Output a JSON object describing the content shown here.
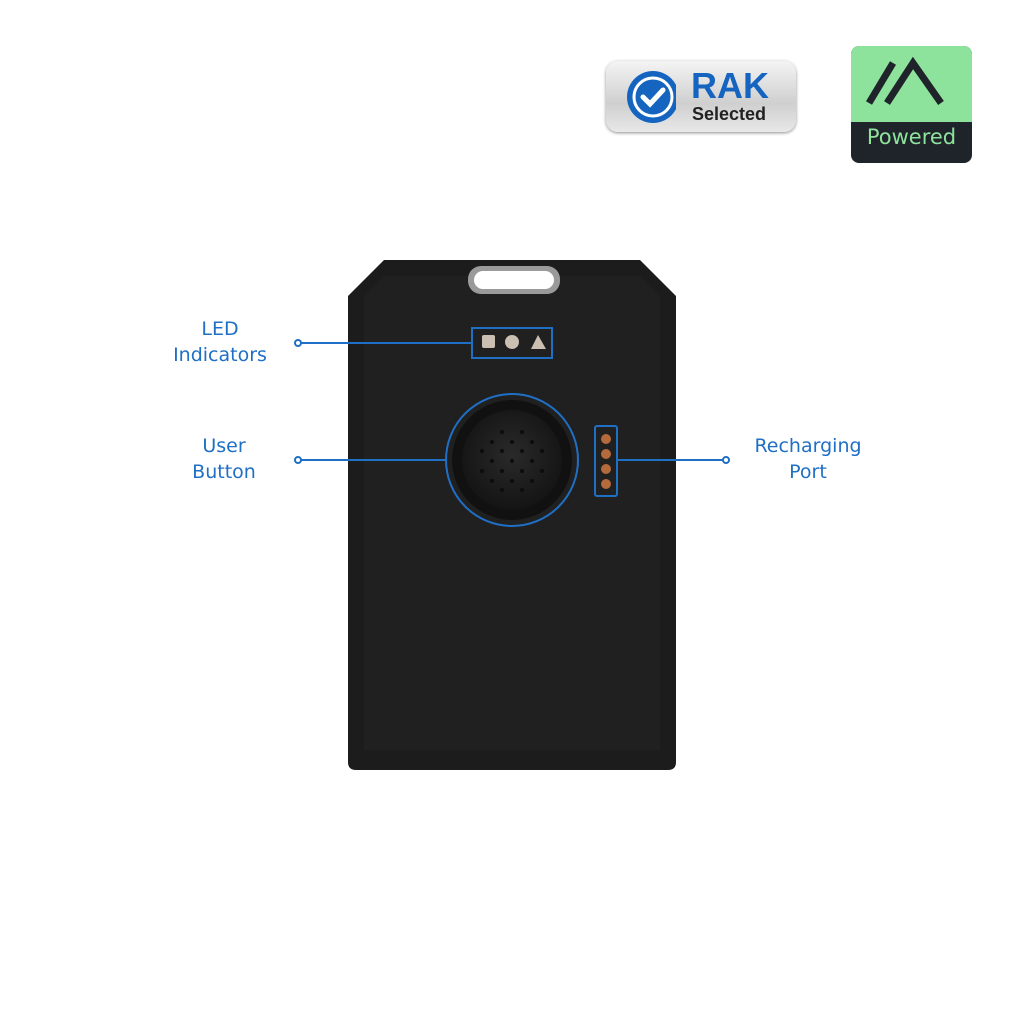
{
  "badges": {
    "rak": {
      "title": "RAK",
      "subtitle": "Selected"
    },
    "powered": {
      "label": "Powered"
    }
  },
  "callouts": {
    "led": {
      "line1": "LED",
      "line2": "Indicators"
    },
    "button": {
      "line1": "User",
      "line2": "Button"
    },
    "port": {
      "line1": "Recharging",
      "line2": "Port"
    }
  },
  "colors": {
    "accent": "#1f6fc5",
    "device": "#1c1c1c",
    "powered_green": "#8ee39c"
  }
}
